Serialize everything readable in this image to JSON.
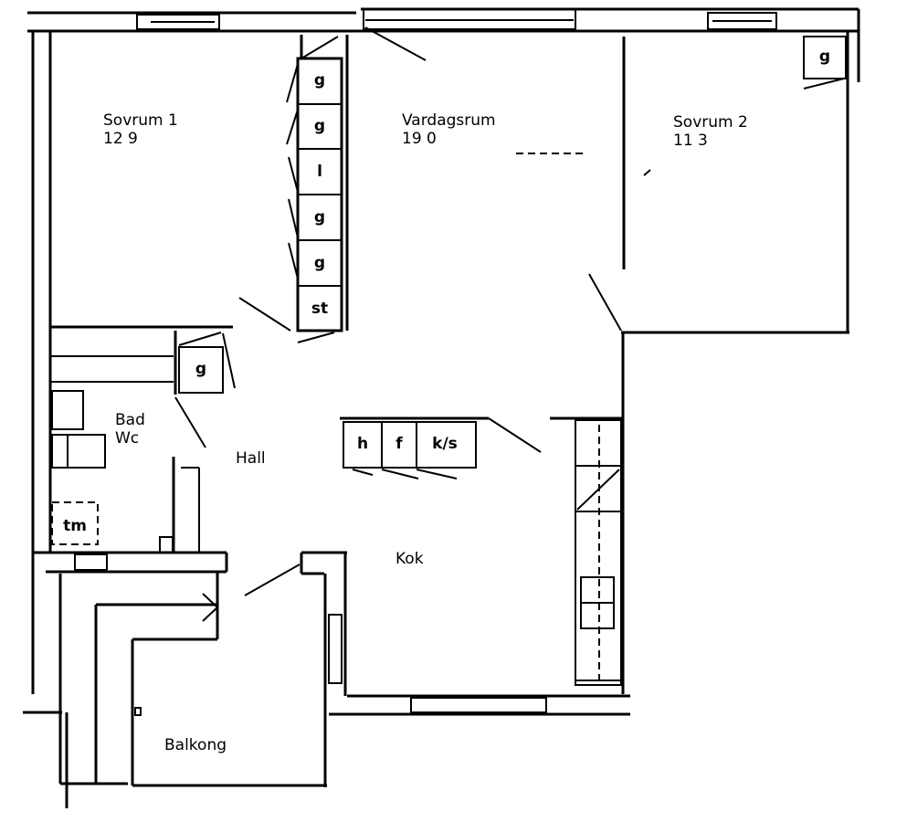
{
  "rooms": {
    "savrum1": {
      "name": "Sovrum 1",
      "area": "12 9"
    },
    "vardagsrum": {
      "name": "Vardagsrum",
      "area": "19 0"
    },
    "savrum2": {
      "name": "Sovrum 2",
      "area": "11 3"
    },
    "bad": {
      "name": "Bad",
      "sub": "Wc"
    },
    "hall": {
      "name": "Hall"
    },
    "kok": {
      "name": "Kok"
    },
    "balkong": {
      "name": "Balkong"
    }
  },
  "closets": {
    "savrum1_column": [
      "g",
      "g",
      "l",
      "g",
      "g",
      "st"
    ],
    "savrum2": "g",
    "hall": "g",
    "kitchen_row": [
      "h",
      "f",
      "k/s"
    ],
    "bath": "tm"
  }
}
